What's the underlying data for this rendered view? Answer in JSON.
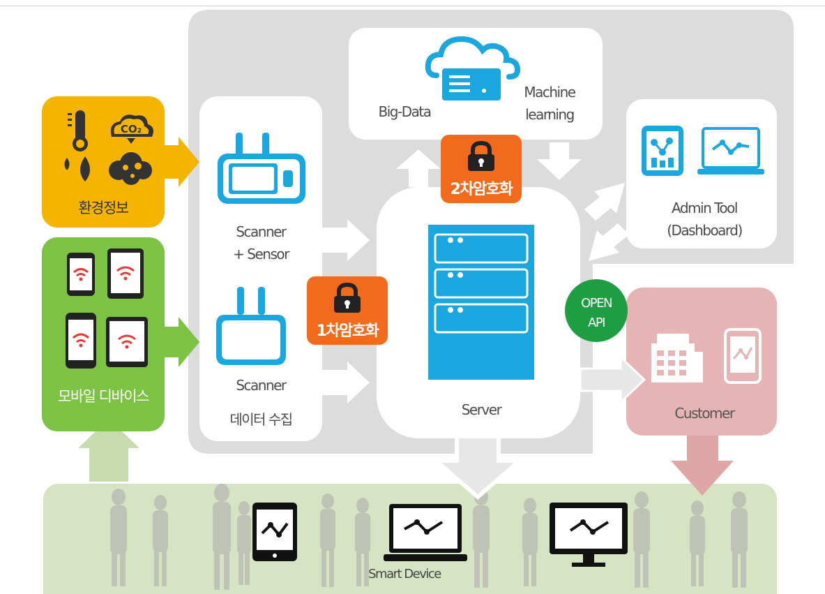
{
  "env_info": {
    "label": "환경정보"
  },
  "mobile_devices": {
    "label": "모바일 디바이스"
  },
  "scanner_sensor": {
    "label_line1": "Scanner",
    "label_line2": "+ Sensor"
  },
  "scanner": {
    "label": "Scanner"
  },
  "data_collection": {
    "label": "데이터 수집"
  },
  "encryption_1": {
    "label": "1차암호화"
  },
  "encryption_2": {
    "label": "2차암호화"
  },
  "big_data": {
    "label": "Big-Data"
  },
  "machine_learning": {
    "label_line1": "Machine",
    "label_line2": "learning"
  },
  "admin_tool": {
    "label_line1": "Admin Tool",
    "label_line2": "(Dashboard)"
  },
  "server": {
    "label": "Server"
  },
  "open_api": {
    "label_line1": "OPEN",
    "label_line2": "API"
  },
  "customer": {
    "label": "Customer"
  },
  "smart_device": {
    "label": "Smart Device"
  },
  "colors": {
    "orange_box": "#f5b400",
    "green_box": "#7cc243",
    "lock_badge": "#f26a1b",
    "icon_blue": "#1aa7e0",
    "customer_pink": "#e6b4b4",
    "open_api_green": "#1e9e43",
    "smart_device_green": "#d6e4c4",
    "panel_gray": "#dcdcdc"
  }
}
